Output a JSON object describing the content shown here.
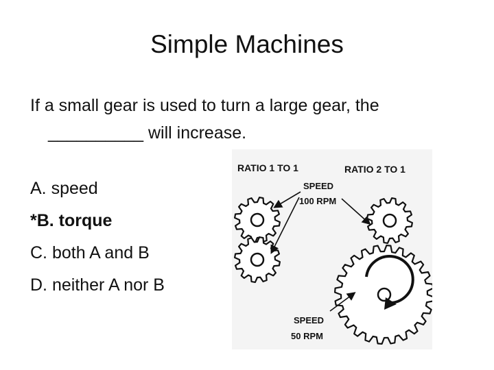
{
  "slide": {
    "title": "Simple Machines",
    "question_line1": "If a small gear is used to turn a large gear, the",
    "question_line2": "__________ will increase.",
    "answers": [
      {
        "text": "A. speed",
        "correct": false
      },
      {
        "text": "*B. torque",
        "correct": true
      },
      {
        "text": "C. both A and B",
        "correct": false
      },
      {
        "text": "D. neither A nor B",
        "correct": false
      }
    ]
  },
  "figure": {
    "ratio_left": "RATIO 1 TO 1",
    "ratio_right": "RATIO 2 TO 1",
    "speed_top_label": "SPEED",
    "speed_top_value": "100 RPM",
    "speed_bottom_label": "SPEED",
    "speed_bottom_value": "50 RPM"
  }
}
